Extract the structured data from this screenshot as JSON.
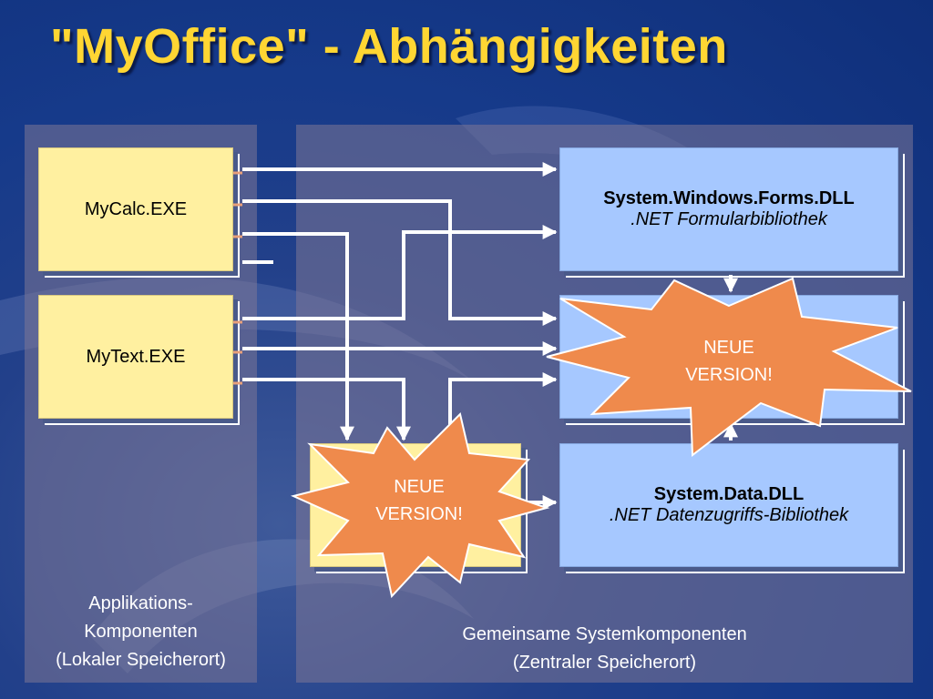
{
  "slide": {
    "title": "\"MyOffice\" - Abhängigkeiten"
  },
  "left_panel": {
    "label_line1": "Applikations-",
    "label_line2": "Komponenten",
    "label_line3": "(Lokaler Speicherort)"
  },
  "right_panel": {
    "label_line1": "Gemeinsame Systemkomponenten",
    "label_line2": "(Zentraler Speicherort)"
  },
  "apps": [
    {
      "label": "MyCalc.EXE"
    },
    {
      "label": "MyText.EXE"
    }
  ],
  "components": {
    "forms": {
      "name": "System.Windows.Forms.DLL",
      "desc": ".NET Formularbibliothek"
    },
    "data": {
      "name": "System.Data.DLL",
      "desc": ".NET Datenzugriffs-Bibliothek"
    }
  },
  "badges": {
    "new_version_line1": "NEUE",
    "new_version_line2": "VERSION!"
  },
  "colors": {
    "title": "#ffd633",
    "app_box": "#fff0a0",
    "system_box": "#a6c8ff",
    "starburst": "#ef8a4c",
    "arrow": "#ffffff"
  }
}
